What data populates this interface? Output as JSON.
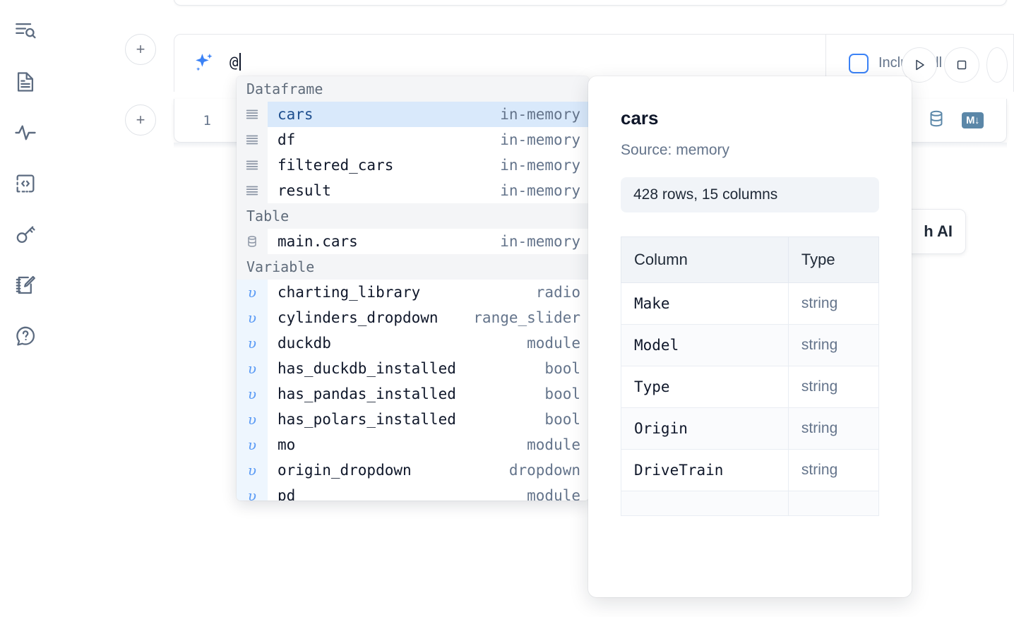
{
  "sidebar": {
    "items": [
      {
        "name": "outline-search-icon",
        "label": "Outline / Search"
      },
      {
        "name": "file-document-icon",
        "label": "Notebook file"
      },
      {
        "name": "activity-pulse-icon",
        "label": "Activity"
      },
      {
        "name": "code-snippet-icon",
        "label": "Snippets"
      },
      {
        "name": "key-secrets-icon",
        "label": "Secrets"
      },
      {
        "name": "scratchpad-edit-icon",
        "label": "Scratchpad"
      },
      {
        "name": "help-chat-icon",
        "label": "Help"
      }
    ]
  },
  "ai_prompt": {
    "value": "@",
    "sparkle_icon": "sparkle-icon",
    "include_all_code_label": "Include all code",
    "include_all_code_checked": false,
    "checkbox_accent": "#3b82f6",
    "run_icon": "play-icon",
    "stop_icon": "stop-icon"
  },
  "code_cell": {
    "line_number": "1",
    "code": "",
    "database_icon": "database-icon",
    "markdown_icon": "markdown-icon",
    "tool_color": "#5b87a8"
  },
  "with_ai_button": {
    "label": "h AI"
  },
  "add_buttons": {
    "label": "+"
  },
  "autocomplete": {
    "groups": [
      {
        "section": "Dataframe",
        "icon": "dataframe-icon",
        "kind": "df",
        "items": [
          {
            "name": "cars",
            "meta": "in-memory",
            "selected": true
          },
          {
            "name": "df",
            "meta": "in-memory",
            "selected": false
          },
          {
            "name": "filtered_cars",
            "meta": "in-memory",
            "selected": false
          },
          {
            "name": "result",
            "meta": "in-memory",
            "selected": false
          }
        ]
      },
      {
        "section": "Table",
        "icon": "table-database-icon",
        "kind": "table",
        "items": [
          {
            "name": "main.cars",
            "meta": "in-memory",
            "selected": false
          }
        ]
      },
      {
        "section": "Variable",
        "icon": "variable-icon",
        "kind": "var",
        "items": [
          {
            "name": "charting_library",
            "meta": "radio",
            "selected": false
          },
          {
            "name": "cylinders_dropdown",
            "meta": "range_slider",
            "selected": false
          },
          {
            "name": "duckdb",
            "meta": "module",
            "selected": false
          },
          {
            "name": "has_duckdb_installed",
            "meta": "bool",
            "selected": false
          },
          {
            "name": "has_pandas_installed",
            "meta": "bool",
            "selected": false
          },
          {
            "name": "has_polars_installed",
            "meta": "bool",
            "selected": false
          },
          {
            "name": "mo",
            "meta": "module",
            "selected": false
          },
          {
            "name": "origin_dropdown",
            "meta": "dropdown",
            "selected": false
          },
          {
            "name": "pd",
            "meta": "module",
            "selected": false
          }
        ]
      }
    ]
  },
  "documentation": {
    "title": "cars",
    "source": "Source: memory",
    "stats": "428 rows, 15 columns",
    "table": {
      "headers": [
        "Column",
        "Type"
      ],
      "rows": [
        [
          "Make",
          "string"
        ],
        [
          "Model",
          "string"
        ],
        [
          "Type",
          "string"
        ],
        [
          "Origin",
          "string"
        ],
        [
          "DriveTrain",
          "string"
        ],
        [
          "",
          ""
        ]
      ]
    }
  }
}
